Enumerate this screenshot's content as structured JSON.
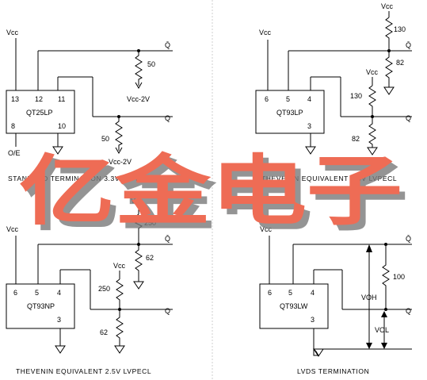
{
  "circuits": [
    {
      "caption": "STANDARD TERMINATION 3.3V LVPECL",
      "chip": "QT25LP",
      "pins": {
        "p13": "13",
        "p12": "12",
        "p11": "11",
        "p8": "8",
        "p10": "10"
      },
      "supply": "Vcc",
      "oe": "O/E",
      "out_qbar": "Q̄",
      "out_q": "Q",
      "r1": "50",
      "r2": "50",
      "term1": "Vcc-2V",
      "term2": "Vcc-2V"
    },
    {
      "caption": "THEVENIN EQUIVALENT 3.3V LVPECL",
      "chip": "QT93LP",
      "pins": {
        "p6": "6",
        "p5": "5",
        "p4": "4",
        "p3": "3"
      },
      "supply": "Vcc",
      "supply_top": "Vcc",
      "supply_mid": "Vcc",
      "out_qbar": "Q̄",
      "out_q": "Q",
      "r_top1": "130",
      "r_bot1": "82",
      "r_top2": "130",
      "r_bot2": "82"
    },
    {
      "caption": "THEVENIN EQUIVALENT 2.5V LVPECL",
      "chip": "QT93NP",
      "pins": {
        "p6": "6",
        "p5": "5",
        "p4": "4",
        "p3": "3"
      },
      "supply": "Vcc",
      "supply_top": "Vcc",
      "supply_mid": "Vcc",
      "out_qbar": "Q̄",
      "out_q": "Q",
      "r_top1": "250",
      "r_bot1": "62",
      "r_top2": "250",
      "r_bot2": "62"
    },
    {
      "caption": "LVDS TERMINATION",
      "chip": "QT93LW",
      "pins": {
        "p6": "6",
        "p5": "5",
        "p4": "4",
        "p3": "3"
      },
      "supply": "Vcc",
      "out_qbar": "Q̄",
      "out_q": "Q",
      "r": "100",
      "voh": "VOH",
      "vol": "VOL"
    }
  ],
  "watermark": "亿金电子",
  "colors": {
    "line": "#000000",
    "watermark": "#ee6c55",
    "watermark_shadow": "#7a7a7a"
  }
}
